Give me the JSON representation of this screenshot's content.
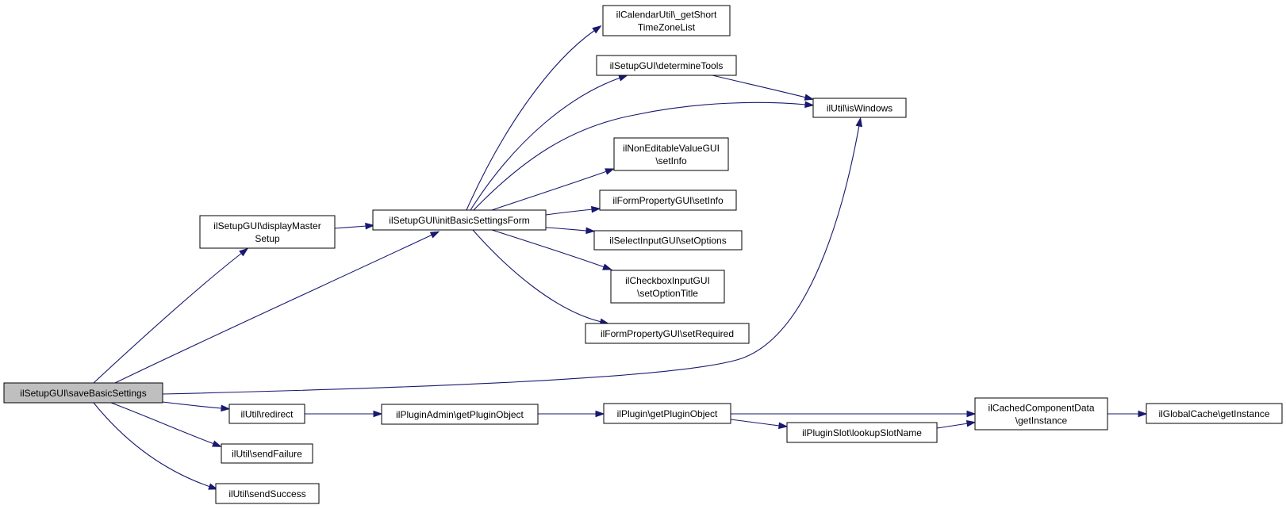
{
  "diagram": {
    "type": "call-graph",
    "colors": {
      "edge": "#191970",
      "root_fill": "#bfbfbf",
      "node_fill": "#ffffff",
      "border": "#000000"
    },
    "nodes": [
      {
        "id": "saveBasicSettings",
        "lines": [
          "ilSetupGUI\\saveBasicSettings"
        ],
        "root": true
      },
      {
        "id": "displayMasterSetup",
        "lines": [
          "ilSetupGUI\\displayMaster",
          "Setup"
        ]
      },
      {
        "id": "initBasicSettingsForm",
        "lines": [
          "ilSetupGUI\\initBasicSettingsForm"
        ]
      },
      {
        "id": "getShortTimeZoneList",
        "lines": [
          "ilCalendarUtil\\_getShort",
          "TimeZoneList"
        ]
      },
      {
        "id": "determineTools",
        "lines": [
          "ilSetupGUI\\determineTools"
        ]
      },
      {
        "id": "isWindows",
        "lines": [
          "ilUtil\\isWindows"
        ]
      },
      {
        "id": "nonEditableSetInfo",
        "lines": [
          "ilNonEditableValueGUI",
          "\\setInfo"
        ]
      },
      {
        "id": "formPropSetInfo",
        "lines": [
          "ilFormPropertyGUI\\setInfo"
        ]
      },
      {
        "id": "selectSetOptions",
        "lines": [
          "ilSelectInputGUI\\setOptions"
        ]
      },
      {
        "id": "checkboxSetOptionTitle",
        "lines": [
          "ilCheckboxInputGUI",
          "\\setOptionTitle"
        ]
      },
      {
        "id": "formPropSetRequired",
        "lines": [
          "ilFormPropertyGUI\\setRequired"
        ]
      },
      {
        "id": "redirect",
        "lines": [
          "ilUtil\\redirect"
        ]
      },
      {
        "id": "sendFailure",
        "lines": [
          "ilUtil\\sendFailure"
        ]
      },
      {
        "id": "sendSuccess",
        "lines": [
          "ilUtil\\sendSuccess"
        ]
      },
      {
        "id": "adminGetPluginObject",
        "lines": [
          "ilPluginAdmin\\getPluginObject"
        ]
      },
      {
        "id": "pluginGetPluginObject",
        "lines": [
          "ilPlugin\\getPluginObject"
        ]
      },
      {
        "id": "lookupSlotName",
        "lines": [
          "ilPluginSlot\\lookupSlotName"
        ]
      },
      {
        "id": "cachedGetInstance",
        "lines": [
          "ilCachedComponentData",
          "\\getInstance"
        ]
      },
      {
        "id": "globalCacheGetInstance",
        "lines": [
          "ilGlobalCache\\getInstance"
        ]
      }
    ],
    "edges": [
      [
        "saveBasicSettings",
        "displayMasterSetup"
      ],
      [
        "saveBasicSettings",
        "initBasicSettingsForm"
      ],
      [
        "saveBasicSettings",
        "isWindows"
      ],
      [
        "saveBasicSettings",
        "redirect"
      ],
      [
        "saveBasicSettings",
        "sendFailure"
      ],
      [
        "saveBasicSettings",
        "sendSuccess"
      ],
      [
        "displayMasterSetup",
        "initBasicSettingsForm"
      ],
      [
        "initBasicSettingsForm",
        "getShortTimeZoneList"
      ],
      [
        "initBasicSettingsForm",
        "determineTools"
      ],
      [
        "initBasicSettingsForm",
        "isWindows"
      ],
      [
        "initBasicSettingsForm",
        "nonEditableSetInfo"
      ],
      [
        "initBasicSettingsForm",
        "formPropSetInfo"
      ],
      [
        "initBasicSettingsForm",
        "selectSetOptions"
      ],
      [
        "initBasicSettingsForm",
        "checkboxSetOptionTitle"
      ],
      [
        "initBasicSettingsForm",
        "formPropSetRequired"
      ],
      [
        "determineTools",
        "isWindows"
      ],
      [
        "redirect",
        "adminGetPluginObject"
      ],
      [
        "adminGetPluginObject",
        "pluginGetPluginObject"
      ],
      [
        "pluginGetPluginObject",
        "cachedGetInstance"
      ],
      [
        "pluginGetPluginObject",
        "lookupSlotName"
      ],
      [
        "lookupSlotName",
        "cachedGetInstance"
      ],
      [
        "cachedGetInstance",
        "globalCacheGetInstance"
      ]
    ]
  }
}
